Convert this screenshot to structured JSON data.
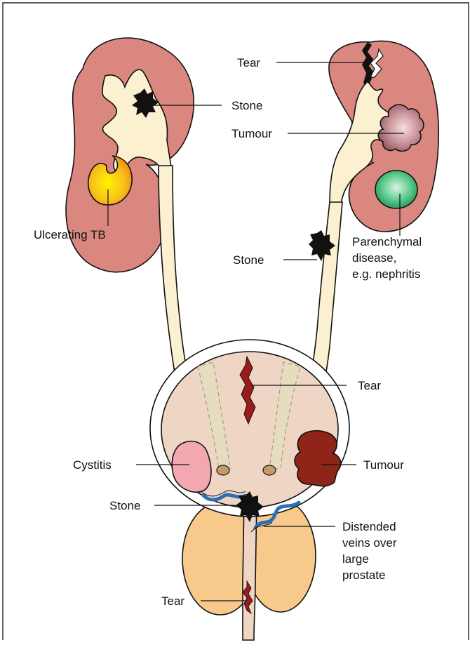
{
  "labels": {
    "kidney_right": {
      "tear": "Tear",
      "tumour": "Tumour",
      "parenchymal_line1": "Parenchymal",
      "parenchymal_line2": "disease,",
      "parenchymal_line3": "e.g. nephritis"
    },
    "kidney_left": {
      "stone": "Stone",
      "ulcerating_tb": "Ulcerating TB"
    },
    "ureter_right": {
      "stone": "Stone"
    },
    "bladder": {
      "tear": "Tear",
      "cystitis": "Cystitis",
      "tumour": "Tumour",
      "stone": "Stone"
    },
    "prostate": {
      "veins_line1": "Distended",
      "veins_line2": "veins over",
      "veins_line3": "large",
      "veins_line4": "prostate"
    },
    "urethra": {
      "tear": "Tear"
    }
  },
  "colors": {
    "kidney": "#d9877f",
    "pelvis": "#fbf1d0",
    "bladder_interior": "#efd6c4",
    "prostate": "#f7c98a",
    "tumour_renal": "#b97a80",
    "tumour_bladder": "#8f2518",
    "cystitis": "#f3a7b0",
    "parenchymal": "#3fae72",
    "tb_abscess": "#f6b11c",
    "veins": "#2b6fb6",
    "tear": "#9b1b1b",
    "stone": "#111111"
  }
}
